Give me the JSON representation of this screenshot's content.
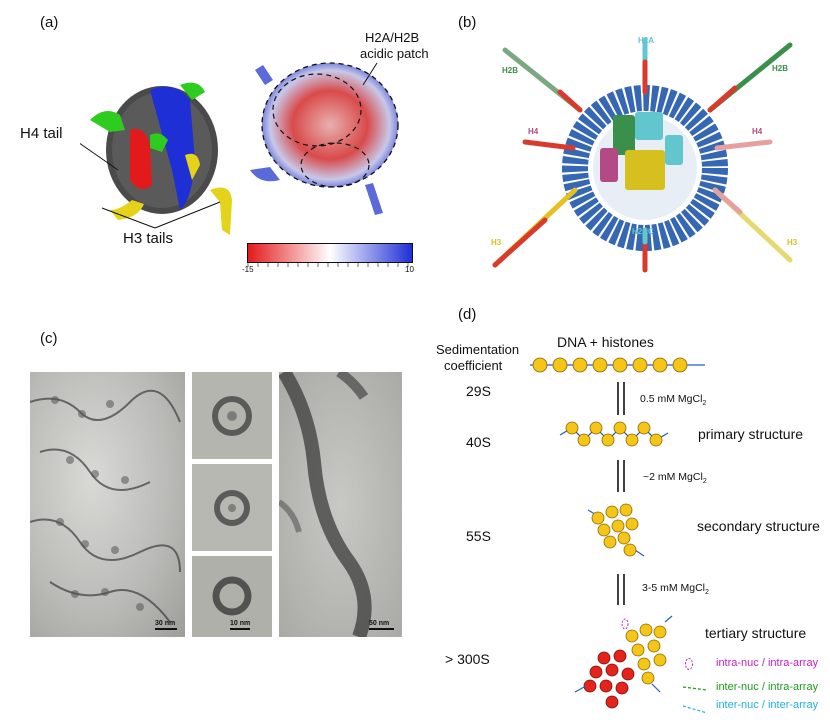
{
  "panels": {
    "a": {
      "label": "(a)",
      "h4_tail": "H4 tail",
      "h3_tails": "H3 tails",
      "patch_line1": "H2A/H2B",
      "patch_line2": "acidic patch",
      "colorbar_min": "-15",
      "colorbar_max": "10",
      "colorbar_colors": [
        "#e31a1c",
        "#ffffff",
        "#1f2fd6"
      ]
    },
    "b": {
      "label": "(b)",
      "labels": {
        "h2b_left": "H2B",
        "h2a_top": "H2A",
        "h2b_right": "H2B",
        "h4_left": "H4",
        "h4_right": "H4",
        "h3_left": "H3",
        "h3_right": "H3",
        "h2ac": "H2AC"
      },
      "colors": {
        "h2b": "#3a8f4a",
        "h2a": "#62c6cf",
        "h4": "#b34a85",
        "h3": "#d6c020",
        "dna": "#3567b5",
        "mod": "#d93a2b"
      }
    },
    "c": {
      "label": "(c)",
      "scale1": "30 nm",
      "scale2": "10 nm",
      "scale3": "50 nm"
    },
    "d": {
      "label": "(d)",
      "sed_title1": "Sedimentation",
      "sed_title2": "coefficient",
      "top_label": "DNA + histones",
      "rows": [
        {
          "sed": "29S",
          "condition": "0.5 mM MgCl",
          "sub": "2",
          "structure": ""
        },
        {
          "sed": "40S",
          "condition": "~2 mM MgCl",
          "sub": "2",
          "structure": "primary structure"
        },
        {
          "sed": "55S",
          "condition": "3-5 mM MgCl",
          "sub": "2",
          "structure": "secondary structure"
        },
        {
          "sed": "> 300S",
          "condition": "",
          "sub": "",
          "structure": "tertiary structure"
        }
      ],
      "legend": [
        {
          "text": "intra-nuc / intra-array",
          "color": "#c21fbf"
        },
        {
          "text": "inter-nuc / intra-array",
          "color": "#1f9a1f"
        },
        {
          "text": "inter-nuc / inter-array",
          "color": "#1fb3d6"
        }
      ],
      "nucleosome_color": "#f5c518",
      "red_nucleosome_color": "#e5231b",
      "dna_color": "#2b5cc8"
    }
  }
}
